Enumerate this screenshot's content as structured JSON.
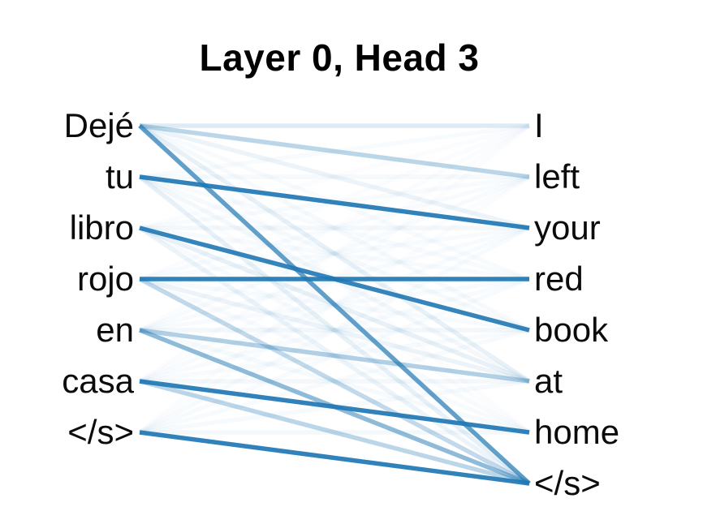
{
  "figure": {
    "title": "Layer 0, Head 3"
  },
  "colors": {
    "line_base": "#1f77b4",
    "text": "#0b0b0b",
    "title_text": "#000000",
    "background": "#ffffff"
  },
  "chart_data": {
    "type": "heatmap",
    "subtype": "attention-bipartite-graph",
    "title": "Layer 0, Head 3",
    "left_tokens": [
      "Dejé",
      "tu",
      "libro",
      "rojo",
      "en",
      "casa",
      "</s>"
    ],
    "right_tokens": [
      "I",
      "left",
      "your",
      "red",
      "book",
      "at",
      "home",
      "</s>"
    ],
    "attention": [
      [
        0.15,
        0.3,
        0.08,
        0.03,
        0.04,
        0.1,
        0.02,
        0.7
      ],
      [
        0.03,
        0.04,
        0.92,
        0.03,
        0.04,
        0.05,
        0.02,
        0.1
      ],
      [
        0.02,
        0.03,
        0.05,
        0.03,
        0.9,
        0.1,
        0.03,
        0.08
      ],
      [
        0.02,
        0.03,
        0.03,
        0.92,
        0.03,
        0.08,
        0.03,
        0.28
      ],
      [
        0.02,
        0.03,
        0.03,
        0.03,
        0.06,
        0.35,
        0.04,
        0.5
      ],
      [
        0.02,
        0.02,
        0.03,
        0.03,
        0.03,
        0.05,
        0.92,
        0.3
      ],
      [
        0.02,
        0.02,
        0.03,
        0.03,
        0.03,
        0.04,
        0.05,
        0.92
      ]
    ],
    "encoding": "line opacity = attention weight, color #1f77b4",
    "layout_hint": {
      "left_token_centers_y": [
        155,
        218,
        281,
        344,
        407,
        470,
        533
      ],
      "right_token_centers_y": [
        155,
        218,
        281,
        344,
        407,
        470,
        533,
        596
      ],
      "line_x_start": 172,
      "line_x_end": 652,
      "line_width": 5.5
    }
  }
}
